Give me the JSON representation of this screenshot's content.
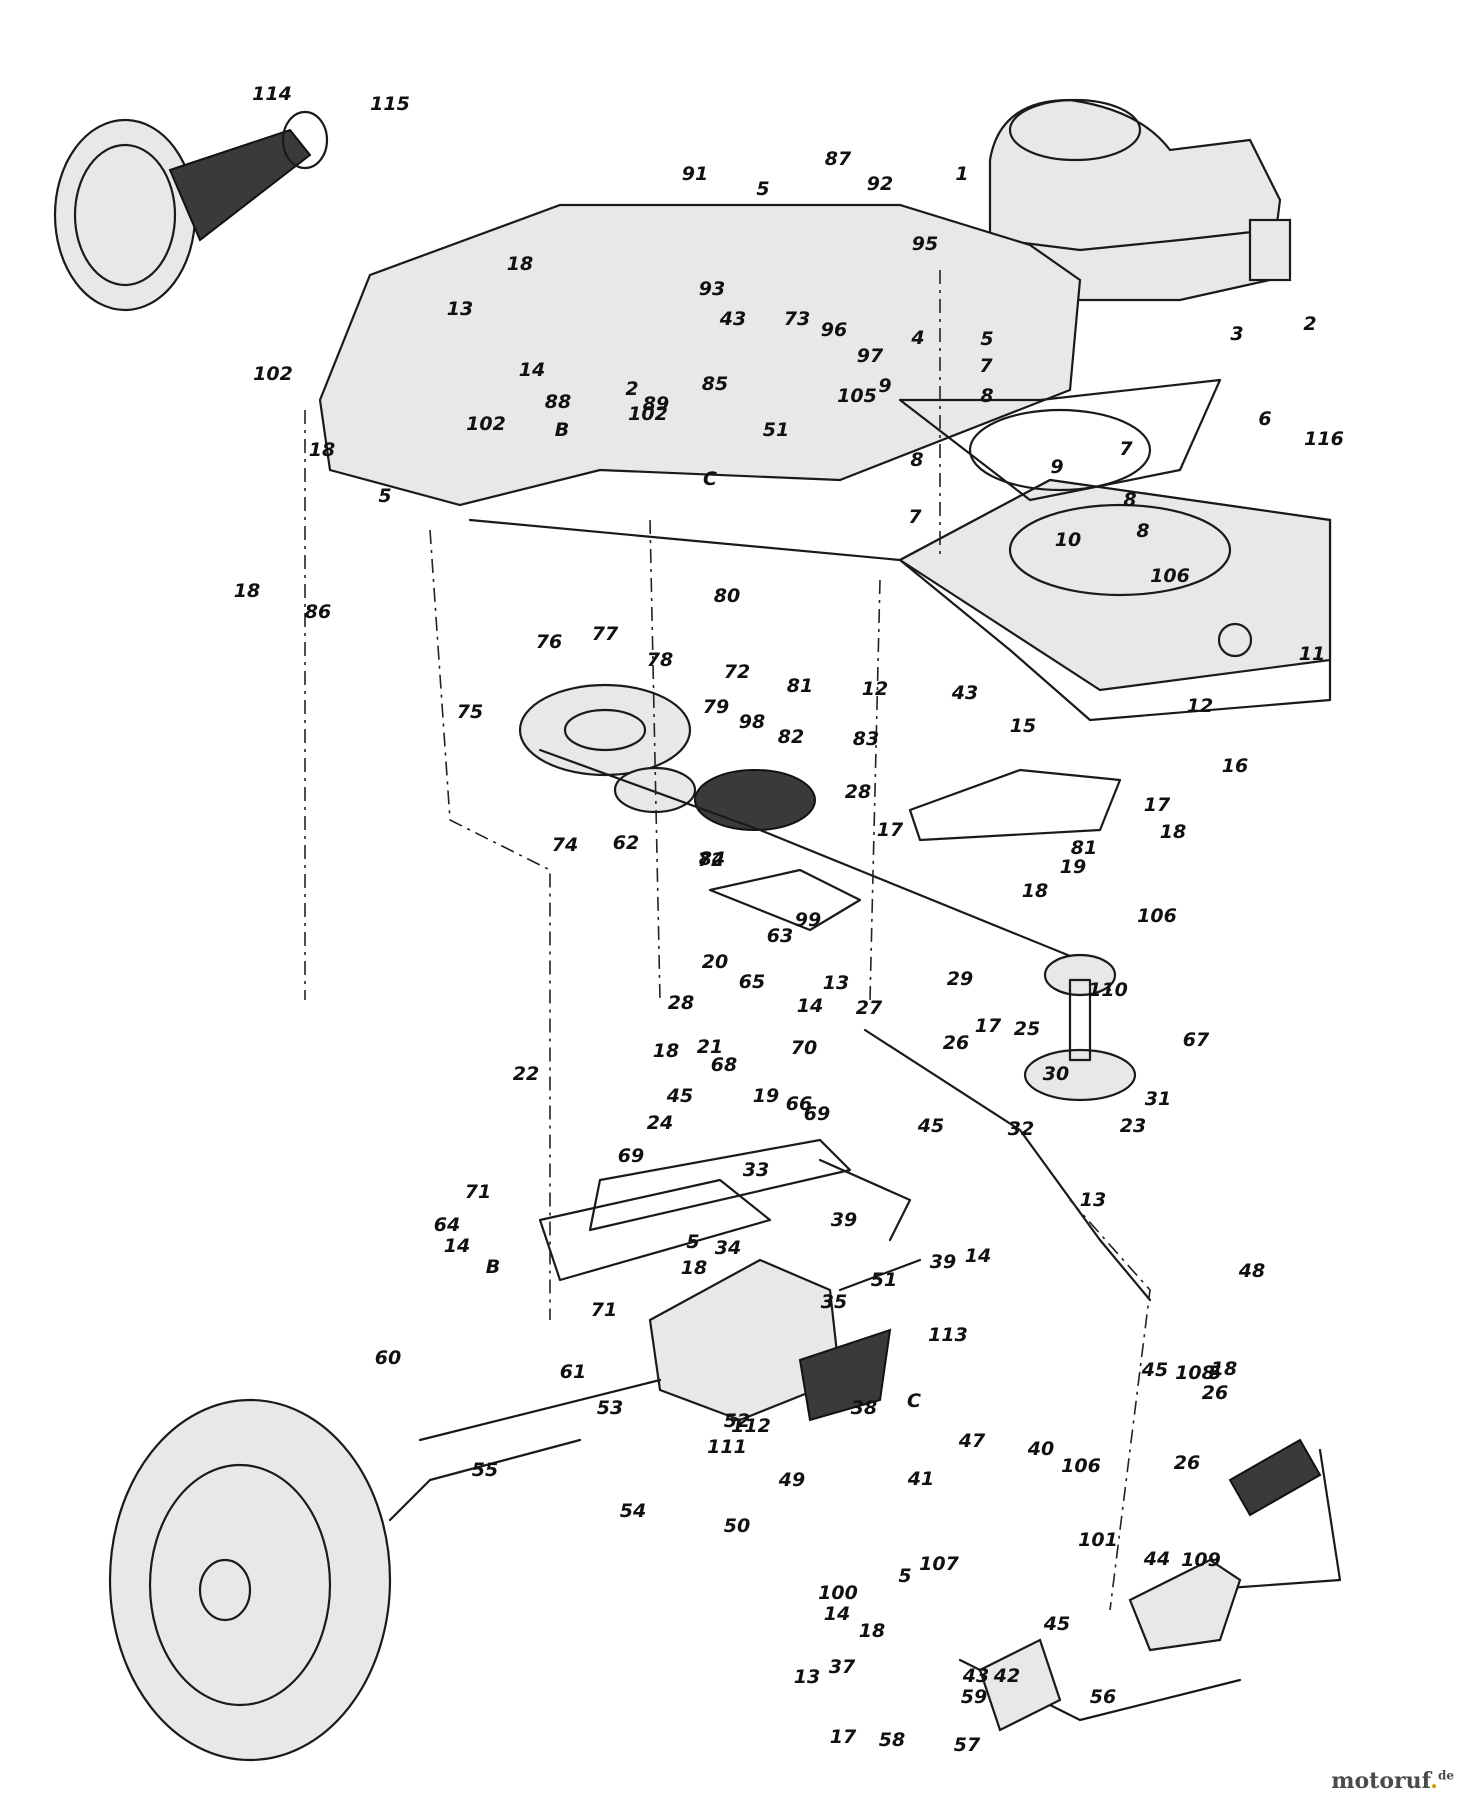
{
  "callouts": [
    "114",
    "115",
    "91",
    "5",
    "87",
    "92",
    "95",
    "1",
    "2",
    "3",
    "18",
    "93",
    "73",
    "96",
    "4",
    "5",
    "13",
    "14",
    "43",
    "97",
    "7",
    "102",
    "88",
    "2",
    "89",
    "85",
    "105",
    "9",
    "8",
    "6",
    "116",
    "102",
    "B",
    "51",
    "8",
    "9",
    "7",
    "18",
    "5",
    "102",
    "C",
    "7",
    "8",
    "8",
    "10",
    "106",
    "18",
    "86",
    "80",
    "11",
    "77",
    "76",
    "72",
    "81",
    "12",
    "43",
    "15",
    "12",
    "78",
    "79",
    "98",
    "75",
    "82",
    "83",
    "16",
    "28",
    "17",
    "18",
    "74",
    "62",
    "81",
    "84",
    "17",
    "18",
    "19",
    "72",
    "106",
    "20",
    "63",
    "99",
    "65",
    "14",
    "13",
    "29",
    "110",
    "28",
    "27",
    "17",
    "25",
    "26",
    "67",
    "18",
    "21",
    "70",
    "30",
    "68",
    "19",
    "22",
    "66",
    "31",
    "45",
    "69",
    "23",
    "32",
    "24",
    "45",
    "69",
    "33",
    "13",
    "71",
    "64",
    "39",
    "14",
    "34",
    "14",
    "5",
    "18",
    "48",
    "B",
    "71",
    "39",
    "51",
    "35",
    "113",
    "60",
    "61",
    "53",
    "52",
    "111",
    "112",
    "38",
    "C",
    "45",
    "108",
    "5",
    "18",
    "26",
    "55",
    "54",
    "50",
    "49",
    "47",
    "40",
    "106",
    "26",
    "41",
    "107",
    "44",
    "109",
    "101",
    "5",
    "100",
    "14",
    "45",
    "18",
    "37",
    "13",
    "42",
    "43",
    "59",
    "17",
    "58",
    "57",
    "56"
  ],
  "watermark": {
    "brand": "motoruf",
    "tld": "de"
  },
  "colors": {
    "line": "#1a1a1a",
    "fill": "#e8e8e8",
    "watermark": "#4a4a4a"
  }
}
